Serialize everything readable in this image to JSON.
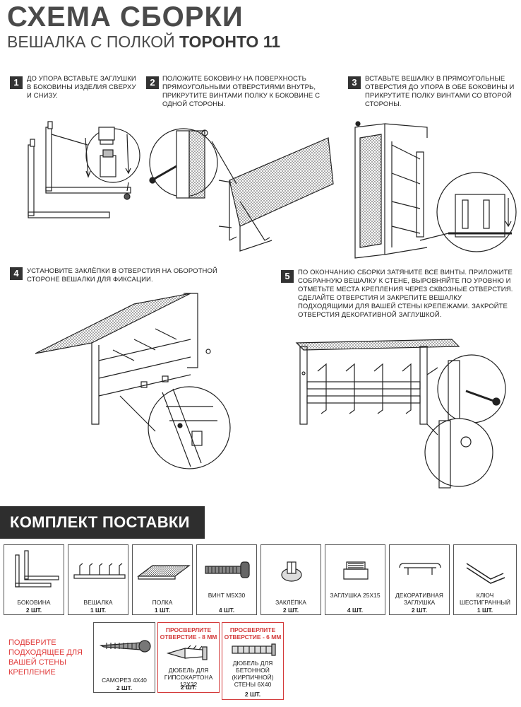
{
  "header": {
    "title": "СХЕМА СБОРКИ",
    "subtitle_prefix": "ВЕШАЛКА С ПОЛКОЙ ",
    "subtitle_bold": "ТОРОНТО 11"
  },
  "steps": [
    {
      "num": "1",
      "text": "ДО УПОРА ВСТАВЬТЕ ЗАГЛУШКИ В БОКОВИНЫ ИЗДЕЛИЯ СВЕРХУ И СНИЗУ."
    },
    {
      "num": "2",
      "text": "ПОЛОЖИТЕ БОКОВИНУ НА ПОВЕРХНОСТЬ ПРЯМОУГОЛЬНЫМИ ОТВЕРСТИЯМИ ВНУТРЬ, ПРИКРУТИТЕ ВИНТАМИ ПОЛКУ К БОКОВИНЕ С ОДНОЙ СТОРОНЫ."
    },
    {
      "num": "3",
      "text": "ВСТАВЬТЕ ВЕШАЛКУ В ПРЯМОУГОЛЬНЫЕ ОТВЕРСТИЯ ДО УПОРА В ОБЕ БОКОВИНЫ И ПРИКРУТИТЕ ПОЛКУ ВИНТАМИ СО ВТОРОЙ СТОРОНЫ."
    },
    {
      "num": "4",
      "text": "УСТАНОВИТЕ ЗАКЛЁПКИ В ОТВЕРСТИЯ НА ОБОРОТНОЙ СТОРОНЕ ВЕШАЛКИ ДЛЯ ФИКСАЦИИ."
    },
    {
      "num": "5",
      "text": "ПО ОКОНЧАНИЮ СБОРКИ ЗАТЯНИТЕ ВСЕ ВИНТЫ. ПРИЛОЖИТЕ СОБРАННУЮ ВЕШАЛКУ К СТЕНЕ, ВЫРОВНЯЙТЕ ПО УРОВНЮ И ОТМЕТЬТЕ МЕСТА КРЕПЛЕНИЯ ЧЕРЕЗ СКВОЗНЫЕ ОТВЕРСТИЯ. СДЕЛАЙТЕ ОТВЕРСТИЯ И ЗАКРЕПИТЕ ВЕШАЛКУ ПОДХОДЯЩИМИ ДЛЯ ВАШЕЙ СТЕНЫ КРЕПЕЖАМИ. ЗАКРОЙТЕ ОТВЕРСТИЯ ДЕКОРАТИВНОЙ ЗАГЛУШКОЙ."
    }
  ],
  "kit": {
    "title": "КОМПЛЕКТ ПОСТАВКИ",
    "parts": [
      {
        "name": "БОКОВИНА",
        "qty": "2 шт.",
        "icon": "side-panel-icon"
      },
      {
        "name": "ВЕШАЛКА",
        "qty": "1 шт.",
        "icon": "hanger-rail-icon"
      },
      {
        "name": "ПОЛКА",
        "qty": "1 шт.",
        "icon": "shelf-icon"
      },
      {
        "name": "ВИНТ М5х30",
        "qty": "4 шт.",
        "icon": "screw-icon"
      },
      {
        "name": "ЗАКЛЁПКА",
        "qty": "2 шт.",
        "icon": "rivet-icon"
      },
      {
        "name": "ЗАГЛУШКА 25х15",
        "qty": "4 шт.",
        "icon": "end-cap-icon"
      },
      {
        "name": "ДЕКОРАТИВНАЯ ЗАГЛУШКА",
        "qty": "2 шт.",
        "icon": "decorative-cap-icon"
      },
      {
        "name": "КЛЮЧ ШЕСТИГРАННЫЙ",
        "qty": "1 шт.",
        "icon": "hex-key-icon"
      }
    ],
    "pick_note": "ПОДБЕРИТЕ ПОДХОДЯЩЕЕ ДЛЯ ВАШЕЙ СТЕНЫ КРЕПЛЕНИЕ",
    "wall_parts": [
      {
        "name": "САМОРЕЗ 4х40",
        "qty": "2 шт.",
        "icon": "self-tapping-screw-icon"
      },
      {
        "drill_note": "ПРОСВЕРЛИТЕ ОТВЕРСТИЕ - 8 мм",
        "name": "ДЮБЕЛЬ ДЛЯ ГИПСОКАРТОНА 12х32",
        "qty": "2 шт.",
        "icon": "drywall-anchor-icon"
      },
      {
        "drill_note": "ПРОСВЕРЛИТЕ ОТВЕРСТИЕ - 6 мм",
        "name": "ДЮБЕЛЬ ДЛЯ БЕТОННОЙ (КИРПИЧНОЙ) СТЕНЫ 6х40",
        "qty": "2 шт.",
        "icon": "concrete-anchor-icon"
      }
    ]
  }
}
